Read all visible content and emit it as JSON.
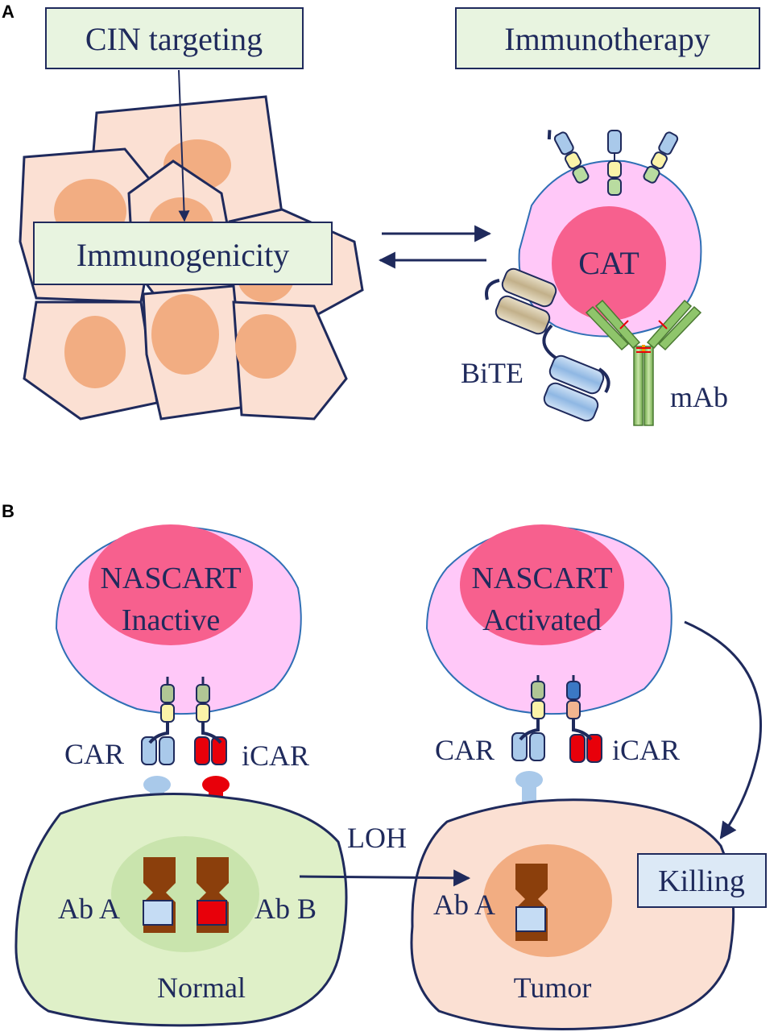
{
  "panels": {
    "a": {
      "letter": "A",
      "cin_label": "CIN targeting",
      "immunotherapy_label": "Immunotherapy",
      "immunogenicity_label": "Immunogenicity",
      "cat_label": "CAT",
      "bite_label": "BiTE",
      "mab_label": "mAb"
    },
    "b": {
      "letter": "B",
      "left_cell_line1": "NASCART",
      "left_cell_line2": "Inactive",
      "right_cell_line1": "NASCART",
      "right_cell_line2": "Activated",
      "car_left": "CAR",
      "icar_left": "iCAR",
      "car_right": "CAR",
      "icar_right": "iCAR",
      "loh_label": "LOH",
      "ab_a_left": "Ab A",
      "ab_b_left": "Ab B",
      "ab_a_right": "Ab A",
      "normal_label": "Normal",
      "tumor_label": "Tumor",
      "killing_label": "Killing"
    }
  },
  "colors": {
    "tcell_fill": "#ffc8f8",
    "tcell_nucleus": "#f7608e",
    "tumor_cell_fill": "#fbe0d3",
    "tumor_nucleus": "#f2ad82",
    "normal_cell_fill": "#dff0c8",
    "normal_nucleus": "#c9e4ad",
    "label_box_fill": "#e8f4e0",
    "killing_box_fill": "#dce9f6",
    "outline": "#1f2a5c",
    "car_blue": "#a9c9ea",
    "icar_red": "#e8000a",
    "chromosome_brown": "#8b3f0c",
    "antibody_green": "#8fc56b"
  }
}
